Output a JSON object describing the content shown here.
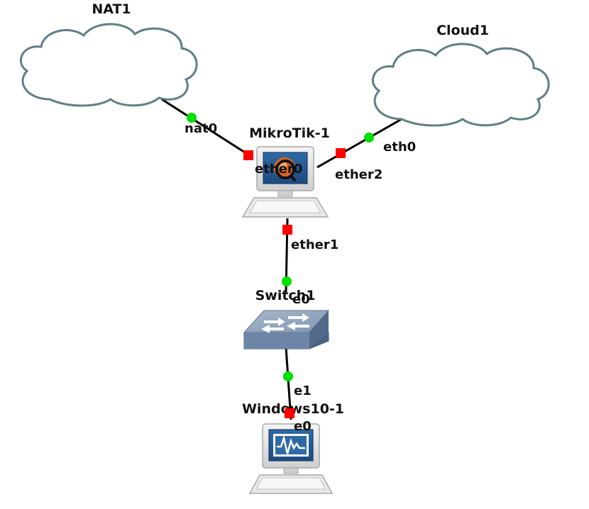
{
  "topology": {
    "nodes": [
      {
        "id": "nat1",
        "label": "NAT1",
        "kind": "cloud"
      },
      {
        "id": "cloud1",
        "label": "Cloud1",
        "kind": "cloud"
      },
      {
        "id": "mikrotik",
        "label": "MikroTik-1",
        "kind": "router-workstation"
      },
      {
        "id": "switch1",
        "label": "Switch1",
        "kind": "switch"
      },
      {
        "id": "win10",
        "label": "Windows10-1",
        "kind": "workstation"
      }
    ],
    "links": [
      {
        "from": "nat1",
        "from_port": "nat0",
        "to": "mikrotik",
        "to_port": "ether0"
      },
      {
        "from": "cloud1",
        "from_port": "eth0",
        "to": "mikrotik",
        "to_port": "ether2"
      },
      {
        "from": "mikrotik",
        "from_port": "ether1",
        "to": "switch1",
        "to_port": "e0"
      },
      {
        "from": "switch1",
        "from_port": "e1",
        "to": "win10",
        "to_port": "e0"
      }
    ],
    "port_status_colors": {
      "up": "#00e000",
      "down": "#ff0000"
    }
  }
}
